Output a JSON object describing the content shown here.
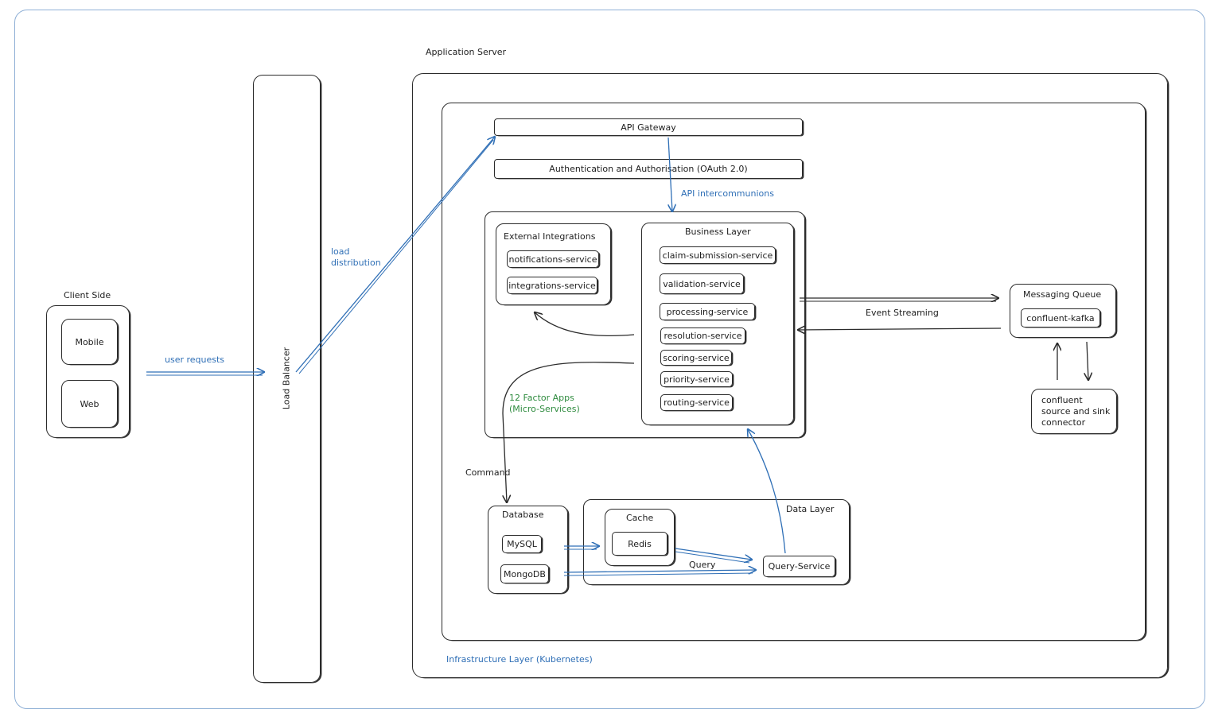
{
  "labels": {
    "application_server": "Application Server",
    "infrastructure_layer": "Infrastructure Layer (Kubernetes)",
    "client_side": "Client Side",
    "mobile": "Mobile",
    "web": "Web",
    "user_requests": "user requests",
    "load_balancer": "Load Balancer",
    "load_distribution_1": "load",
    "load_distribution_2": "distribution",
    "api_gateway": "API Gateway",
    "auth": "Authentication and Authorisation (OAuth 2.0)",
    "api_intercommunions": "API intercommunions",
    "external_integrations": "External Integrations",
    "business_layer": "Business Layer",
    "twelve_factor_1": "12 Factor Apps",
    "twelve_factor_2": "(Micro-Services)",
    "messaging_queue": "Messaging Queue",
    "kafka": "confluent-kafka",
    "event_streaming": "Event Streaming",
    "connector_1": "confluent",
    "connector_2": "source and sink",
    "connector_3": "connector",
    "command": "Command",
    "database": "Database",
    "mysql": "MySQL",
    "mongodb": "MongoDB",
    "data_layer": "Data Layer",
    "cache": "Cache",
    "redis": "Redis",
    "query": "Query",
    "query_service": "Query-Service"
  },
  "external_services": [
    "notifications-service",
    "integrations-service"
  ],
  "business_services": [
    "claim-submission-service",
    "validation-service",
    "processing-service",
    "resolution-service",
    "scoring-service",
    "priority-service",
    "routing-service"
  ],
  "colors": {
    "stroke": "#2b2b2b",
    "accent": "#2f6fb6",
    "green": "#2e8b3e",
    "frame": "#8fb0d6"
  }
}
